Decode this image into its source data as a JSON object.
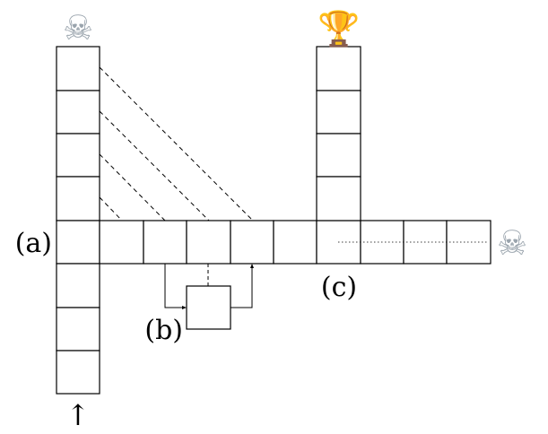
{
  "labels": {
    "a": "(a)",
    "b": "(b)",
    "c": "(c)"
  },
  "icons": {
    "hazard_top": "skull-and-crossbones",
    "hazard_right": "skull-and-crossbones",
    "goal": "trophy",
    "start": "up-arrow"
  },
  "glyphs": {
    "skull": "☠",
    "trophy": "🏆",
    "arrow": "↑"
  },
  "colors": {
    "skull": "#9aa4ad",
    "trophy": "#d9a21b",
    "line": "#000000"
  }
}
